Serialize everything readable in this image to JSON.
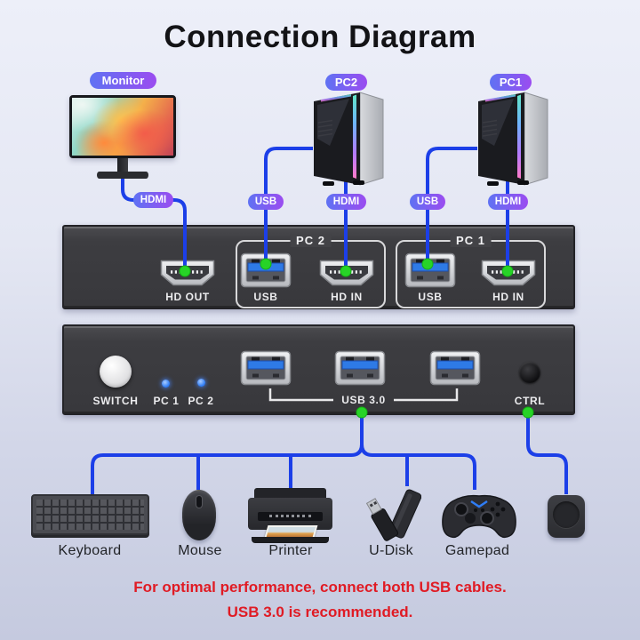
{
  "title": "Connection Diagram",
  "labels": {
    "monitor": "Monitor",
    "pc2": "PC2",
    "pc1": "PC1"
  },
  "cable_tags": {
    "monitor_hdmi": "HDMI",
    "pc2_usb": "USB",
    "pc2_hdmi": "HDMI",
    "pc1_usb": "USB",
    "pc1_hdmi": "HDMI"
  },
  "back_panel": {
    "hd_out": "HD OUT",
    "pc2_group": "PC 2",
    "pc2_usb": "USB",
    "pc2_hdin": "HD IN",
    "pc1_group": "PC 1",
    "pc1_usb": "USB",
    "pc1_hdin": "HD IN"
  },
  "front_panel": {
    "switch": "SWITCH",
    "led_pc1": "PC 1",
    "led_pc2": "PC 2",
    "usb3": "USB 3.0",
    "ctrl": "CTRL"
  },
  "peripherals": [
    {
      "label": "Keyboard"
    },
    {
      "label": "Mouse"
    },
    {
      "label": "Printer"
    },
    {
      "label": "U-Disk"
    },
    {
      "label": "Gamepad"
    }
  ],
  "note": {
    "line1": "For optimal performance, connect both USB cables.",
    "line2": "USB 3.0 is recommended."
  },
  "colors": {
    "badge_start": "#5f72f3",
    "badge_end": "#9b4cf0",
    "cable_blue": "#1c3fe8",
    "connector_green": "#27d327",
    "led_blue": "#2f7df6",
    "note_red": "#e01b24"
  }
}
